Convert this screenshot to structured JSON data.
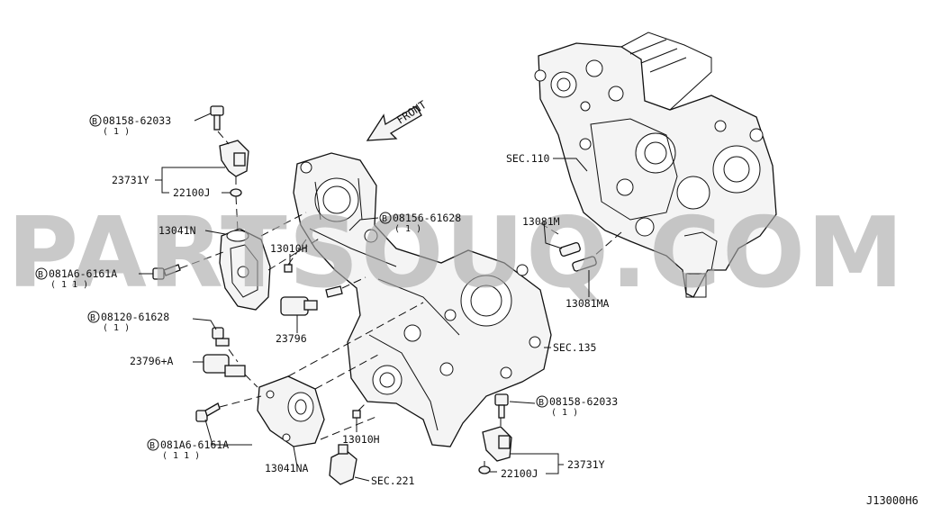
{
  "diagram": {
    "direction_label": "FRONT",
    "watermark": "PARTSOUQ.COM",
    "reference_code": "J13000H6",
    "bolt_symbol": "B",
    "callouts": {
      "bolt_08158_62033_top": {
        "part": "08158-62033",
        "qty": "( 1 )"
      },
      "sensor_23731Y_left": {
        "part": "23731Y"
      },
      "seal_22100J_left": {
        "part": "22100J"
      },
      "cover_13041N": {
        "part": "13041N"
      },
      "plug_13010H_upper": {
        "part": "13010H"
      },
      "bolt_08156_61628": {
        "part": "08156-61628",
        "qty": "( 1 )"
      },
      "bolt_081A6_6161A_upper": {
        "part": "081A6-6161A",
        "qty": "( 1 1 )"
      },
      "bolt_08120_61628": {
        "part": "08120-61628",
        "qty": "( 1 )"
      },
      "valve_23796": {
        "part": "23796"
      },
      "valve_23796_A": {
        "part": "23796+A"
      },
      "bolt_081A6_6161A_lower": {
        "part": "081A6-6161A",
        "qty": "( 1 1 )"
      },
      "plug_13010H_lower": {
        "part": "13010H"
      },
      "cover_13041NA": {
        "part": "13041NA"
      },
      "sec_221": {
        "part": "SEC.221"
      },
      "sec_110": {
        "part": "SEC.110"
      },
      "sec_135": {
        "part": "SEC.135"
      },
      "dowel_13081M": {
        "part": "13081M"
      },
      "dowel_13081MA": {
        "part": "13081MA"
      },
      "bolt_08158_62033_right": {
        "part": "08158-62033",
        "qty": "( 1 )"
      },
      "sensor_23731Y_right": {
        "part": "23731Y"
      },
      "seal_22100J_right": {
        "part": "22100J"
      }
    }
  }
}
